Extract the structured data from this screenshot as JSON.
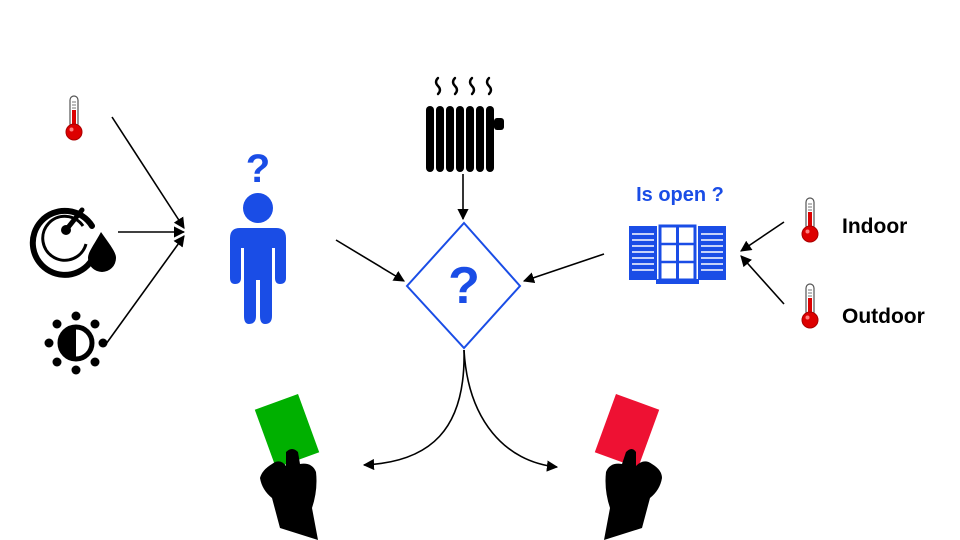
{
  "labels": {
    "window_question": "Is open ?",
    "indoor": "Indoor",
    "outdoor": "Outdoor",
    "person_question": "?",
    "decision_question": "?"
  },
  "colors": {
    "blue": "#0000e0",
    "thermo_red": "#dd0000",
    "green_card": "#00b000",
    "red_card": "#ee1133",
    "black": "#000000"
  },
  "icons": {
    "input_sensors": [
      "thermometer-icon",
      "humidity-gauge-icon",
      "brightness-icon"
    ],
    "heater": "radiator-icon",
    "window": "window-shutters-icon",
    "temperatures": [
      "indoor-thermometer-icon",
      "outdoor-thermometer-icon"
    ],
    "outcomes": [
      "green-card-icon",
      "red-card-icon"
    ]
  }
}
